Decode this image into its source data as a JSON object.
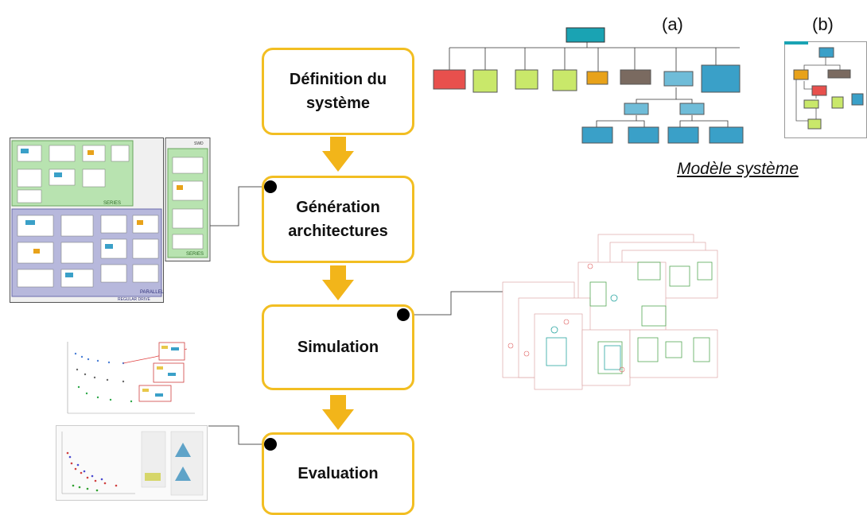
{
  "steps": [
    {
      "label": "Définition du\nsystème"
    },
    {
      "label": "Génération\narchitectures"
    },
    {
      "label": "Simulation"
    },
    {
      "label": "Evaluation"
    }
  ],
  "figure_labels": {
    "a": "(a)",
    "b": "(b)",
    "caption": "Modèle système"
  },
  "architecture_thumb": {
    "series_label": "SERIES",
    "series_label_2": "SERIES",
    "parallel_label": "PARALLEL",
    "regular_drive": "REGULAR DRIVE",
    "swd": "SWD"
  },
  "colors": {
    "accent": "#f2be22",
    "box_border": "#f2be22"
  }
}
